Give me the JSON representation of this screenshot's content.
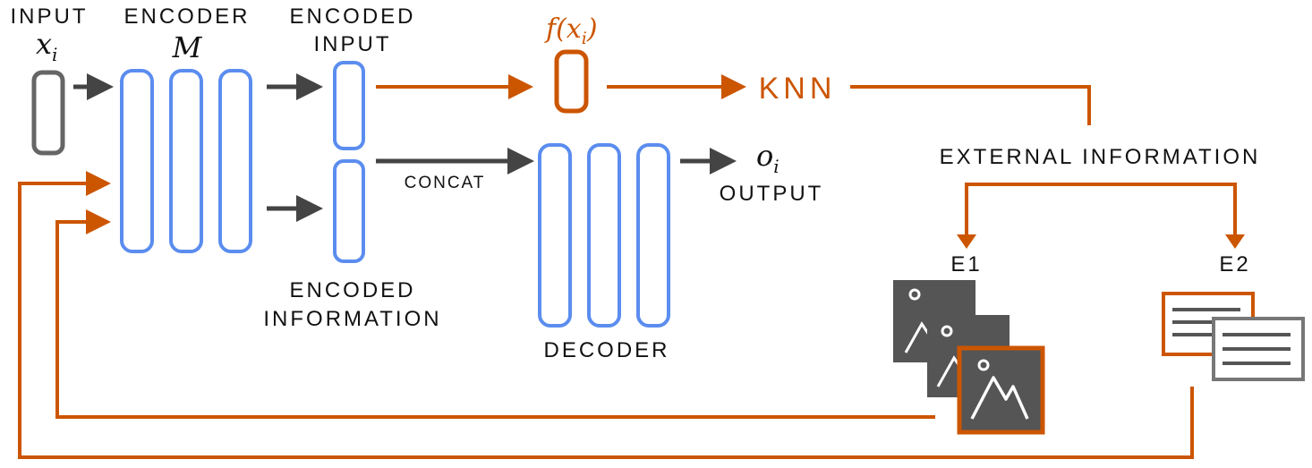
{
  "labels": {
    "input": "INPUT",
    "encoder": "ENCODER",
    "encoded_input_line1": "ENCODED",
    "encoded_input_line2": "INPUT",
    "encoded_info_line1": "ENCODED",
    "encoded_info_line2": "INFORMATION",
    "concat": "CONCAT",
    "decoder": "DECODER",
    "output": "OUTPUT",
    "knn": "KNN",
    "external_information": "EXTERNAL INFORMATION",
    "e1": "E1",
    "e2": "E2"
  },
  "math": {
    "input_var": "x",
    "input_sub": "i",
    "encoder_var": "M",
    "feature_fn_open": "f(x",
    "feature_fn_sub": "i",
    "feature_fn_close": ")",
    "output_var": "o",
    "output_sub": "i"
  },
  "colors": {
    "accent": "#cc5500",
    "encoder_decoder": "#5b8def",
    "arrow": "#444444",
    "input_box": "#666666",
    "image_card": "#555555",
    "doc_card_border": "#777777"
  },
  "icons": {
    "e1": "image-stack-icon",
    "e2": "document-stack-icon"
  }
}
